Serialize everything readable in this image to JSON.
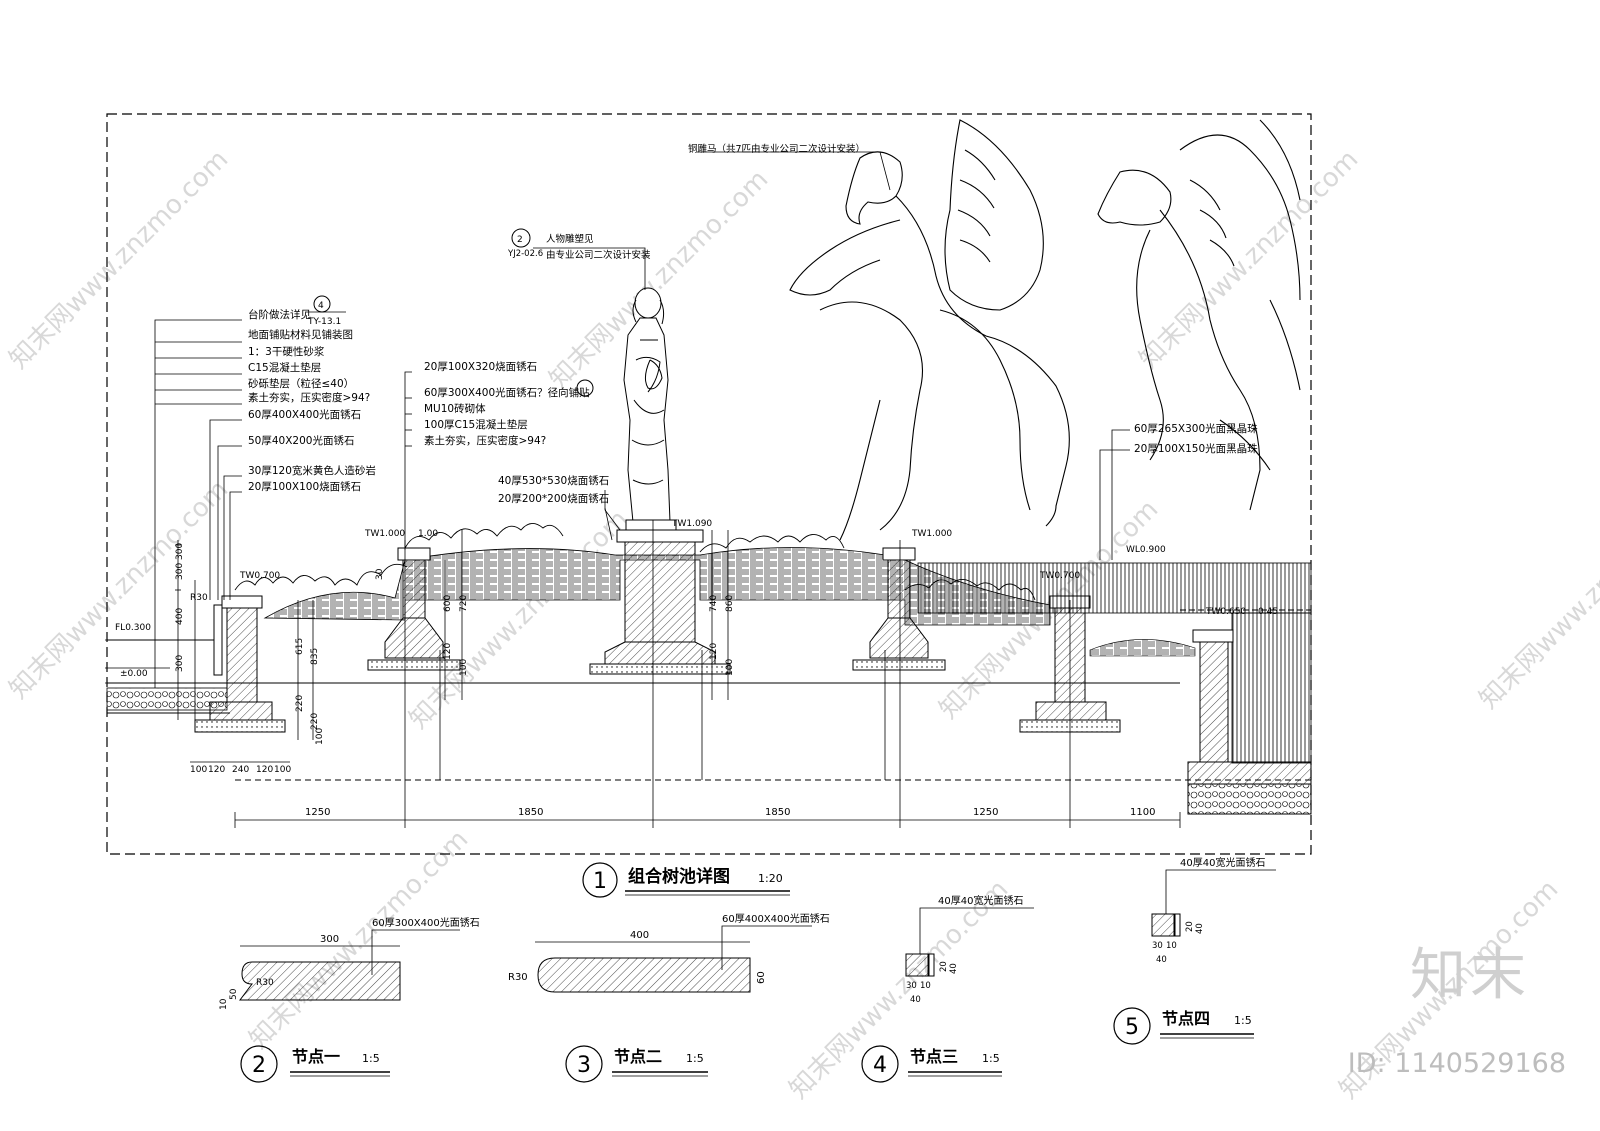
{
  "brand": {
    "logo": "知末",
    "id": "ID: 1140529168",
    "watermark": "知末网www.znzmo.com"
  },
  "main": {
    "title": "组合树池详图",
    "num": "1",
    "scale": "1:20",
    "dims": [
      "1250",
      "1850",
      "1850",
      "1250",
      "1100"
    ],
    "elev": [
      "TW1.000",
      "1.00",
      "TW1.090",
      "TW1.000",
      "TW0.700",
      "TW0.700",
      "WL0.900",
      "TW0.650",
      "0.45",
      "FL0.300",
      "±0.00"
    ],
    "vdims": [
      "300",
      "300",
      "400",
      "300",
      "615",
      "835",
      "220",
      "220",
      "100",
      "600",
      "720",
      "740",
      "860",
      "120",
      "100",
      "120",
      "100",
      "30"
    ],
    "botdims": [
      "100",
      "120",
      "240",
      "120",
      "100"
    ],
    "labels_left": [
      "台阶做法详见",
      "地面铺贴材料见铺装图",
      "1：3干硬性砂浆",
      "C15混凝土垫层",
      "砂砾垫层（粒径≤40）",
      "素土夯实，压实密度>94?",
      "60厚400X400光面锈石",
      "50厚40X200光面锈石",
      "30厚120宽米黄色人造砂岩",
      "20厚100X100烧面锈石"
    ],
    "ref_left": {
      "num": "4",
      "sheet": "TY-13.1"
    },
    "labels_mid": [
      "20厚100X320烧面锈石",
      "60厚300X400光面锈石？径向铺贴",
      "MU10砖砌体",
      "100厚C15混凝土垫层",
      "素土夯实，压实密度>94?"
    ],
    "labels_pier": [
      "40厚530*530烧面锈石",
      "20厚200*200烧面锈石"
    ],
    "statue_ref": {
      "num": "2",
      "sheet": "YJ2-02.6",
      "line1": "人物雕塑见",
      "line2": "由专业公司二次设计安装"
    },
    "horse_label": "铜雕马（共7匹由专业公司二次设计安装）",
    "labels_right": [
      "60厚265X300光面黑晶珠",
      "20厚100X150光面黑晶珠"
    ],
    "r30": "R30"
  },
  "details": [
    {
      "num": "2",
      "title": "节点一",
      "scale": "1:5",
      "label": "60厚300X400光面锈石",
      "dims": [
        "300",
        "50",
        "10",
        "R30"
      ]
    },
    {
      "num": "3",
      "title": "节点二",
      "scale": "1:5",
      "label": "60厚400X400光面锈石",
      "dims": [
        "400",
        "60",
        "R30"
      ]
    },
    {
      "num": "4",
      "title": "节点三",
      "scale": "1:5",
      "label": "40厚40宽光面锈石",
      "dims": [
        "30",
        "10",
        "40",
        "40",
        "20"
      ]
    },
    {
      "num": "5",
      "title": "节点四",
      "scale": "1:5",
      "label": "40厚40宽光面锈石",
      "dims": [
        "30",
        "10",
        "40",
        "40",
        "20"
      ]
    }
  ]
}
